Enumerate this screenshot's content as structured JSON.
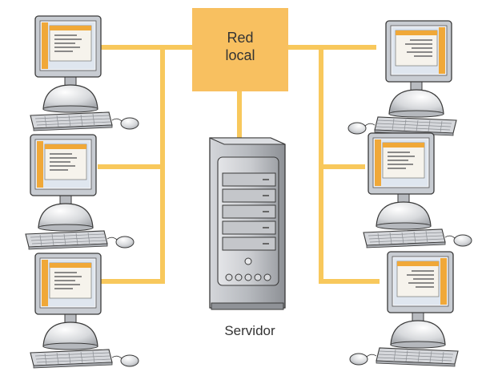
{
  "hub": {
    "line1": "Red",
    "line2": "local"
  },
  "server": {
    "label": "Servidor"
  },
  "colors": {
    "link": "#f8c85c",
    "hub": "#f8c060",
    "monitor_frame": "#c8ccd2",
    "screen_bg": "#dfe6ef",
    "window_accent": "#f0a838",
    "device_gray": "#d2d4d8",
    "outline": "#3a3a3a"
  },
  "icons": {
    "workstation": "desktop-computer-icon",
    "server": "tower-server-icon",
    "hub": "network-hub-box"
  }
}
